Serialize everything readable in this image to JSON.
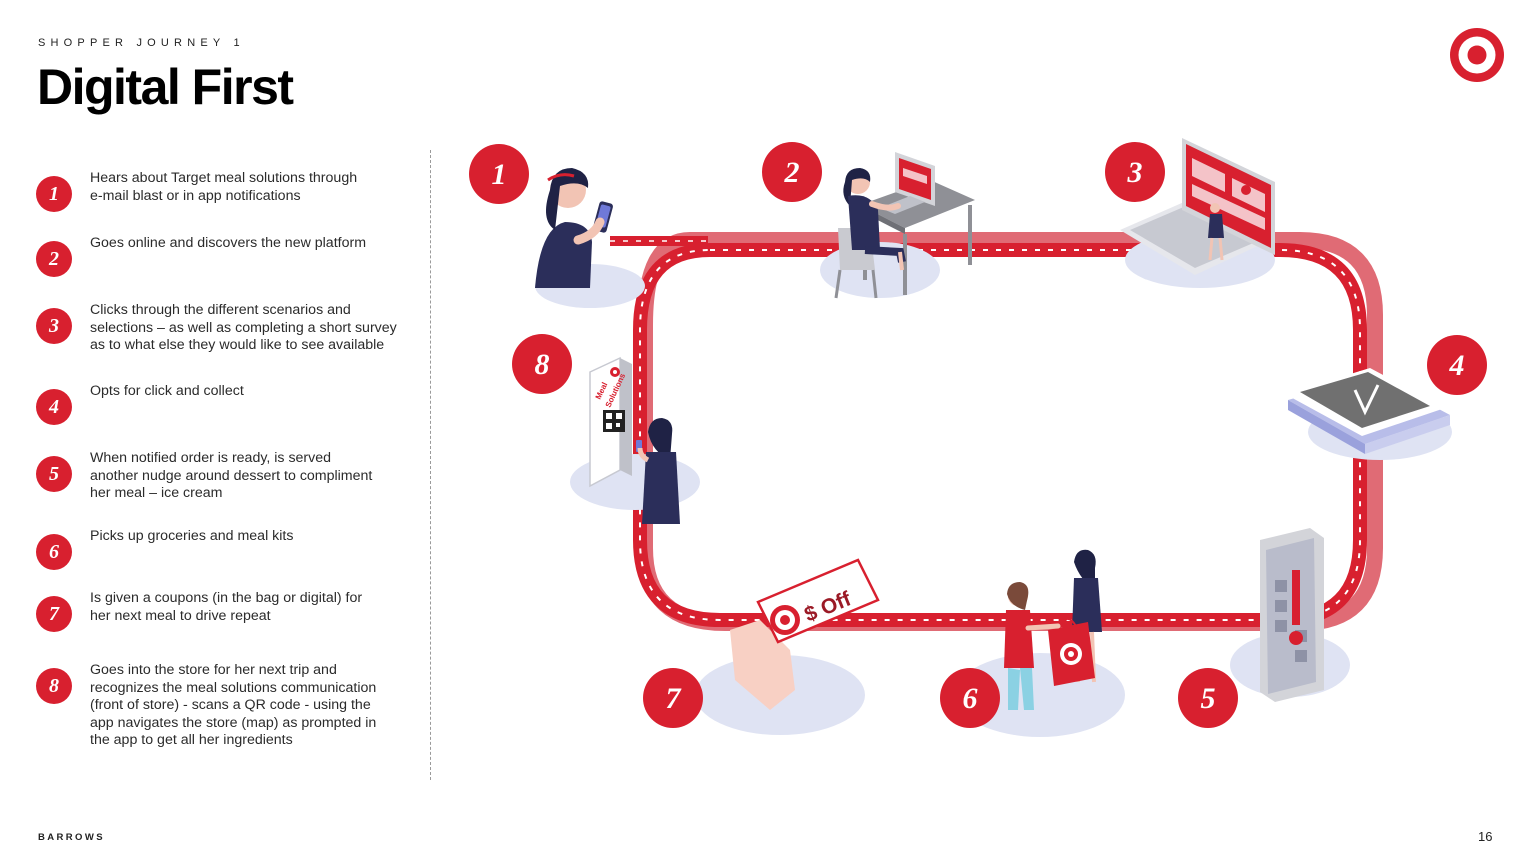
{
  "header": {
    "eyebrow": "SHOPPER JOURNEY 1",
    "title": "Digital First"
  },
  "brand": {
    "accent_color": "#d8202f",
    "logo_icon": "target-bullseye-logo"
  },
  "steps": [
    {
      "number": "1",
      "text": "Hears about Target meal solutions through\ne-mail blast or in app notifications"
    },
    {
      "number": "2",
      "text": "Goes online and discovers the new platform"
    },
    {
      "number": "3",
      "text": "Clicks through the different scenarios and\nselections – as well as completing a short survey\nas to what else they would like to see available"
    },
    {
      "number": "4",
      "text": "Opts for click and collect"
    },
    {
      "number": "5",
      "text": "When notified order is ready, is served\nanother nudge around dessert to compliment\nher meal – ice cream"
    },
    {
      "number": "6",
      "text": "Picks up groceries and meal kits"
    },
    {
      "number": "7",
      "text": "Is given a coupons (in the bag or digital) for\nher next meal to drive repeat"
    },
    {
      "number": "8",
      "text": "Goes into the store for her next trip and\nrecognizes the meal solutions communication\n(front of store) - scans a QR code - using the\napp navigates the store (map)  as prompted in\nthe app to get all her ingredients"
    }
  ],
  "diagram": {
    "coupon_text": "$ Off",
    "sign_text_1": "Meal",
    "sign_text_2": "Solutions"
  },
  "footer": {
    "brand": "BARROWS",
    "page": "16"
  }
}
